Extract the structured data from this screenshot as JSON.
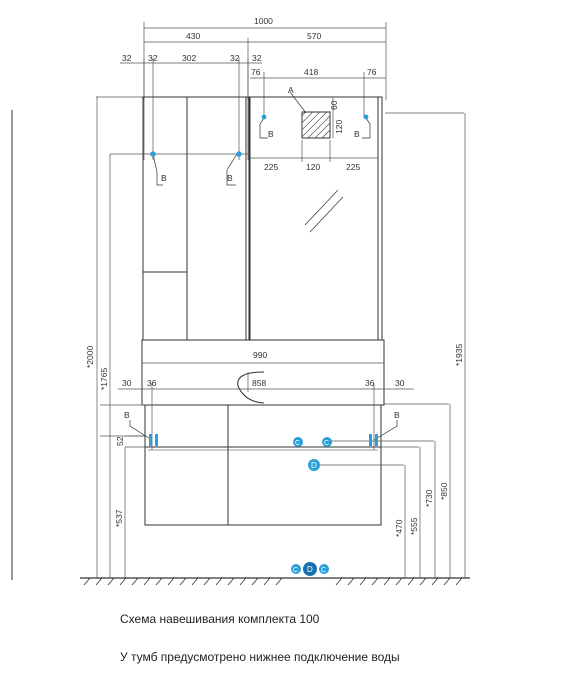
{
  "colors": {
    "line": "#333333",
    "light": "#555555",
    "marker": "#2a9fd8",
    "marker_dark": "#1a6fb0"
  },
  "labels": {
    "w1000": "1000",
    "w430": "430",
    "w570": "570",
    "w32a": "32",
    "w32b": "32",
    "w302": "302",
    "w32c": "32",
    "w32d": "32",
    "w76a": "76",
    "w418": "418",
    "w76b": "76",
    "mA": "A",
    "h60": "60",
    "h120v": "120",
    "mB1": "B",
    "mB2": "B",
    "mB3": "B",
    "mB4": "B",
    "mB5": "B",
    "mB6": "B",
    "w225a": "225",
    "w120": "120",
    "w225b": "225",
    "w990": "990",
    "w30a": "30",
    "w36a": "36",
    "w858": "858",
    "w36b": "36",
    "w30b": "30",
    "h52": "52",
    "mC1": "C",
    "mC2": "C",
    "mD1": "D",
    "h2000": "*2000",
    "h1765": "*1765",
    "h537": "*537",
    "h1935": "*1935",
    "h850": "*850",
    "h730": "*730",
    "h555": "*555",
    "h470": "*470",
    "mC3": "C",
    "mD2": "D",
    "mC4": "C"
  },
  "captions": {
    "line1": "Схема навешивания комплекта 100",
    "line2": "У тумб предусмотрено нижнее подключение воды"
  }
}
